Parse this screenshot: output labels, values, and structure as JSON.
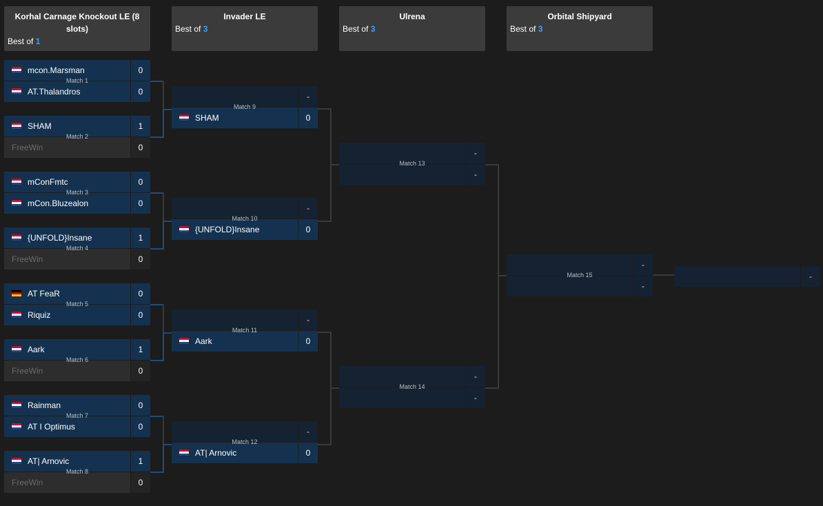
{
  "rounds": [
    {
      "title": "Korhal Carnage Knockout LE (8 slots)",
      "best_of_prefix": "Best of",
      "best_of": "1"
    },
    {
      "title": "Invader LE",
      "best_of_prefix": "Best of",
      "best_of": "3"
    },
    {
      "title": "Ulrena",
      "best_of_prefix": "Best of",
      "best_of": "3"
    },
    {
      "title": "Orbital Shipyard",
      "best_of_prefix": "Best of",
      "best_of": "3"
    }
  ],
  "round1": [
    {
      "label": "Match 1",
      "p1": {
        "name": "mcon.Marsman",
        "flag": "netherlands-flag",
        "score": "0"
      },
      "p2": {
        "name": "AT.Thalandros",
        "flag": "netherlands-flag",
        "score": "0"
      }
    },
    {
      "label": "Match 2",
      "p1": {
        "name": "SHAM",
        "flag": "netherlands-flag",
        "score": "1"
      },
      "p2": {
        "name": "FreeWin",
        "flag": "",
        "score": "0"
      }
    },
    {
      "label": "Match 3",
      "p1": {
        "name": "mConFmtc",
        "flag": "netherlands-flag",
        "score": "0"
      },
      "p2": {
        "name": "mCon.Bluzealon",
        "flag": "netherlands-flag",
        "score": "0"
      }
    },
    {
      "label": "Match 4",
      "p1": {
        "name": "{UNFOLD}Insane",
        "flag": "netherlands-flag",
        "score": "1"
      },
      "p2": {
        "name": "FreeWin",
        "flag": "",
        "score": "0"
      }
    },
    {
      "label": "Match 5",
      "p1": {
        "name": "AT FeaR",
        "flag": "germany-flag",
        "score": "0"
      },
      "p2": {
        "name": "Riquiz",
        "flag": "netherlands-flag",
        "score": "0"
      }
    },
    {
      "label": "Match 6",
      "p1": {
        "name": "Aark",
        "flag": "netherlands-flag",
        "score": "1"
      },
      "p2": {
        "name": "FreeWin",
        "flag": "",
        "score": "0"
      }
    },
    {
      "label": "Match 7",
      "p1": {
        "name": "Rainman",
        "flag": "netherlands-flag",
        "score": "0"
      },
      "p2": {
        "name": "AT I Optimus",
        "flag": "netherlands-flag",
        "score": "0"
      }
    },
    {
      "label": "Match 8",
      "p1": {
        "name": "AT| Arnovic",
        "flag": "netherlands-flag",
        "score": "1"
      },
      "p2": {
        "name": "FreeWin",
        "flag": "",
        "score": "0"
      }
    }
  ],
  "round2": [
    {
      "label": "Match 9",
      "p1": {
        "name": "",
        "score": "-"
      },
      "p2": {
        "name": "SHAM",
        "flag": "netherlands-flag",
        "score": "0"
      }
    },
    {
      "label": "Match 10",
      "p1": {
        "name": "",
        "score": "-"
      },
      "p2": {
        "name": "{UNFOLD}Insane",
        "flag": "netherlands-flag",
        "score": "0"
      }
    },
    {
      "label": "Match 11",
      "p1": {
        "name": "",
        "score": "-"
      },
      "p2": {
        "name": "Aark",
        "flag": "netherlands-flag",
        "score": "0"
      }
    },
    {
      "label": "Match 12",
      "p1": {
        "name": "",
        "score": "-"
      },
      "p2": {
        "name": "AT| Arnovic",
        "flag": "netherlands-flag",
        "score": "0"
      }
    }
  ],
  "round3": [
    {
      "label": "Match 13",
      "p1": {
        "score": "-"
      },
      "p2": {
        "score": "-"
      }
    },
    {
      "label": "Match 14",
      "p1": {
        "score": "-"
      },
      "p2": {
        "score": "-"
      }
    }
  ],
  "round4": [
    {
      "label": "Match 15",
      "p1": {
        "score": "-"
      },
      "p2": {
        "score": "-"
      }
    }
  ],
  "winner": {
    "score": "-"
  }
}
